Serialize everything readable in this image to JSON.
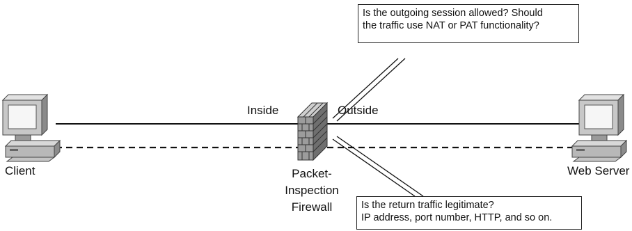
{
  "nodes": {
    "client": {
      "label": "Client"
    },
    "firewall": {
      "label_lines": [
        "Packet-",
        "Inspection",
        "Firewall"
      ]
    },
    "server": {
      "label": "Web Server"
    }
  },
  "zones": {
    "inside": "Inside",
    "outside": "Outside"
  },
  "callouts": {
    "outgoing": {
      "lines": [
        "Is the outgoing session allowed? Should",
        "the traffic use NAT or PAT functionality?"
      ]
    },
    "return": {
      "lines": [
        "Is the return traffic legitimate?",
        "IP address, port number, HTTP, and so on."
      ]
    }
  }
}
